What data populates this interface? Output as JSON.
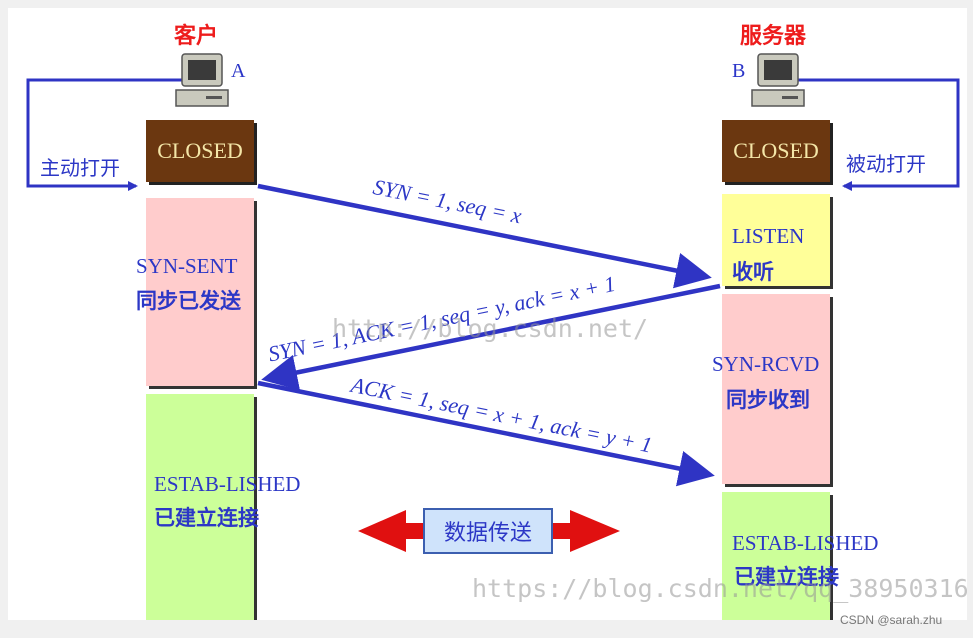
{
  "client": {
    "title": "客户",
    "letter": "A",
    "active_open": "主动打开",
    "closed_label": "CLOSED",
    "syn_sent": {
      "en": "SYN-SENT",
      "cn": "同步已发送"
    },
    "established": {
      "en": "ESTAB-LISHED",
      "cn": "已建立连接"
    }
  },
  "server": {
    "title": "服务器",
    "letter": "B",
    "passive_open": "被动打开",
    "closed_label": "CLOSED",
    "listen": {
      "en": "LISTEN",
      "cn": "收听"
    },
    "syn_rcvd": {
      "en": "SYN-RCVD",
      "cn": "同步收到"
    },
    "established": {
      "en": "ESTAB-LISHED",
      "cn": "已建立连接"
    }
  },
  "messages": {
    "syn": "SYN = 1, seq = x",
    "syn_ack": "SYN = 1, ACK = 1, seq = y, ack = x + 1",
    "ack": "ACK = 1, seq = x + 1, ack = y + 1"
  },
  "data_transfer": "数据传送",
  "watermarks": {
    "middle": "http://blog.csdn.net/",
    "bottom": "https://blog.csdn.net/qq_38950316"
  },
  "credit": "CSDN @sarah.zhu",
  "colors": {
    "closed_box": "#6b3710",
    "syn_sent_box": "#ffcccc",
    "listen_box": "#ffff99",
    "syn_rcvd_box": "#ffcccc",
    "established_box": "#ccff99",
    "arrow": "#2f34c4",
    "title_red": "#ee1c1c",
    "data_arrow": "#e01010"
  }
}
